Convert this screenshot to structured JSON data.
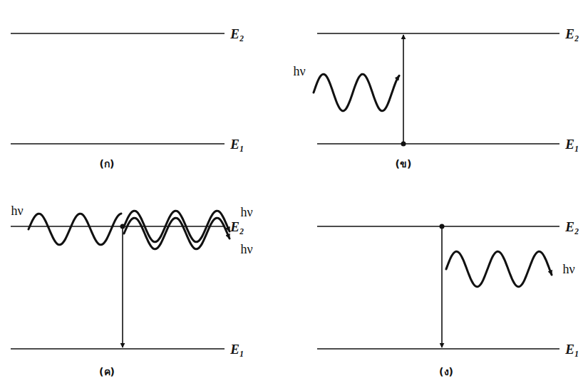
{
  "diagram": {
    "labels": [
      "E₂",
      "E₁",
      "(ก)",
      "E₂",
      "hν",
      "E₁",
      "(ข)",
      "E₂",
      "hν",
      "hν",
      "hν",
      "E₁",
      "(ค)",
      "E₂",
      "hν",
      "E₁",
      "(ง)"
    ]
  }
}
